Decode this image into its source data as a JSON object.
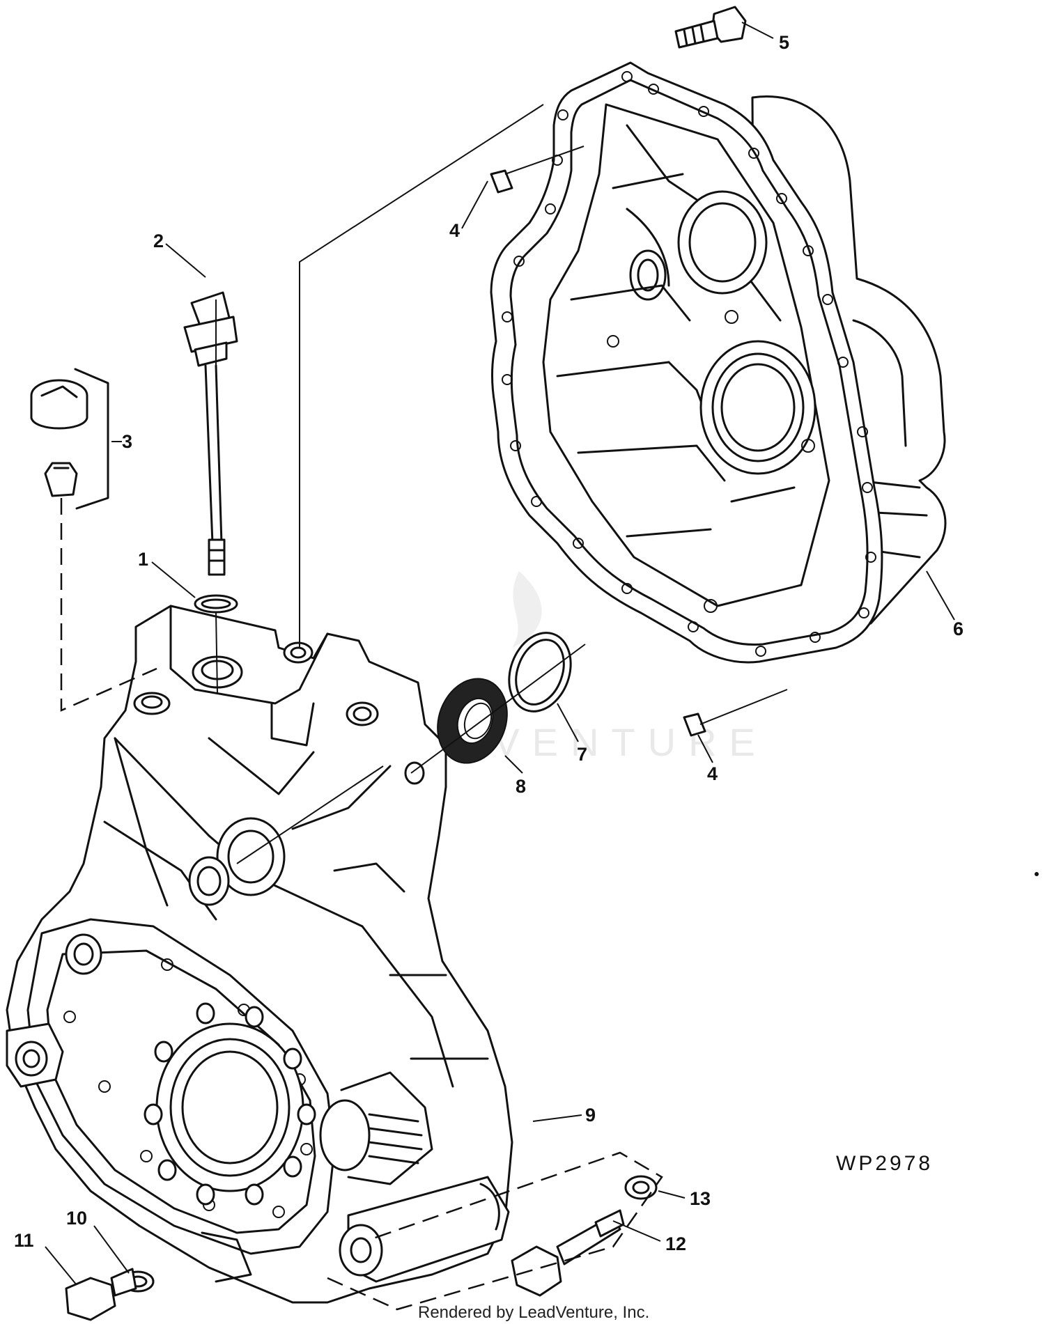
{
  "diagram": {
    "reference_code": "WP2978",
    "footer": "Rendered by LeadVenture, Inc.",
    "watermark_text": "LEADVENTURE",
    "callouts": [
      {
        "id": "1",
        "label": "1"
      },
      {
        "id": "2",
        "label": "2"
      },
      {
        "id": "3",
        "label": "3"
      },
      {
        "id": "4a",
        "label": "4"
      },
      {
        "id": "4b",
        "label": "4"
      },
      {
        "id": "5",
        "label": "5"
      },
      {
        "id": "6",
        "label": "6"
      },
      {
        "id": "7",
        "label": "7"
      },
      {
        "id": "8",
        "label": "8"
      },
      {
        "id": "9",
        "label": "9"
      },
      {
        "id": "10",
        "label": "10"
      },
      {
        "id": "11",
        "label": "11"
      },
      {
        "id": "12",
        "label": "12"
      },
      {
        "id": "13",
        "label": "13"
      }
    ]
  }
}
